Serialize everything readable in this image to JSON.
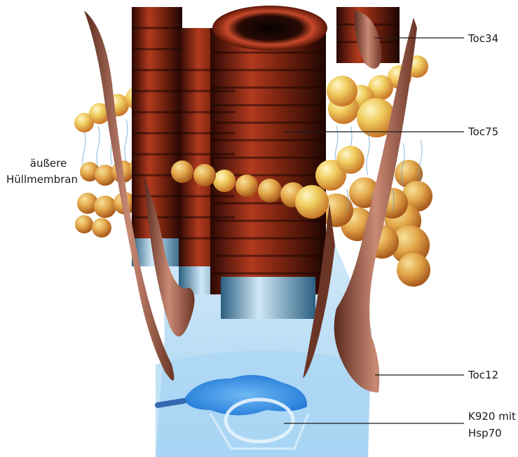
{
  "labels": {
    "toc34": "Toc34",
    "toc75": "Toc75",
    "membrane_line1": "äußere",
    "membrane_line2": "Hüllmembran",
    "toc12": "Toc12",
    "k920_line1": "K920 mit",
    "k920_line2": "Hsp70"
  },
  "colors": {
    "pore_dark": "#3a0d05",
    "pore_red": "#a8341c",
    "lipid_yellow": "#f2d36a",
    "lipid_orange": "#d98a35",
    "stroma_blue": "#a8d4f0",
    "stroma_deep": "#2f8fe0",
    "pointer_line": "#1a1a1a"
  }
}
